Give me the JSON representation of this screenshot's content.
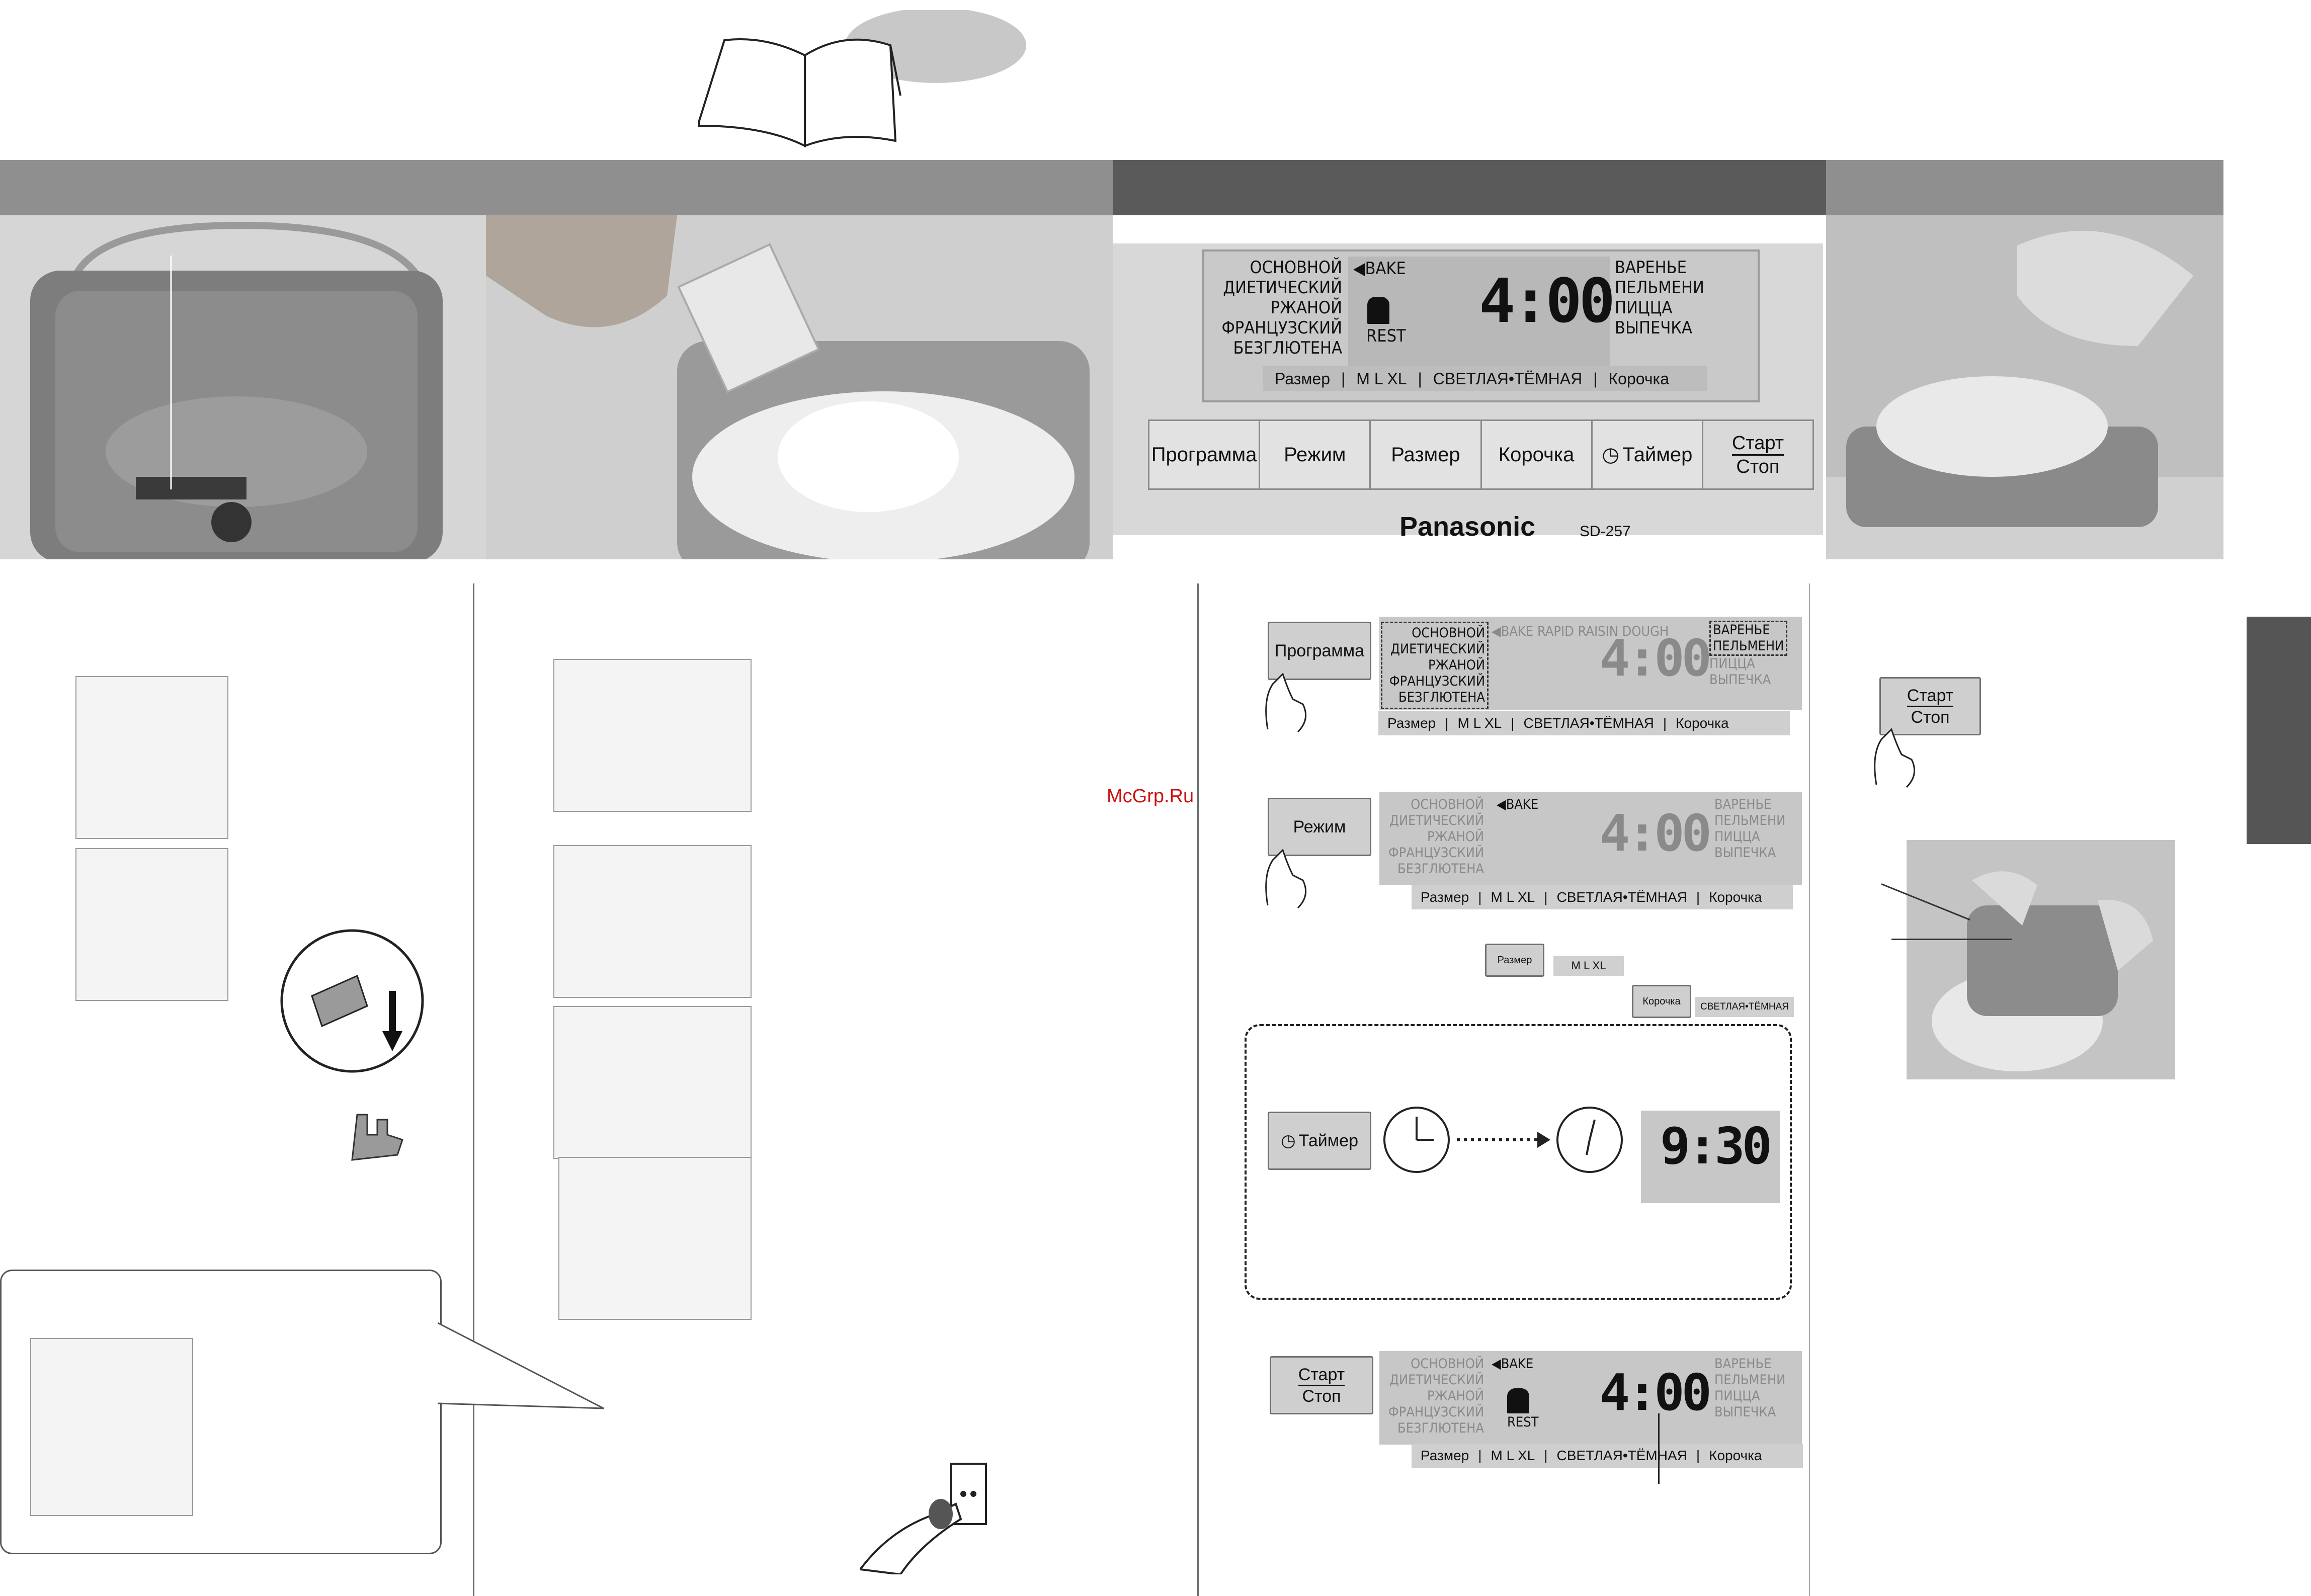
{
  "panel": {
    "menu_left": [
      "ОСНОВНОЙ",
      "ДИЕТИЧЕСКИЙ",
      "РЖАНОЙ",
      "ФРАНЦУЗСКИЙ",
      "БЕЗГЛЮТЕНА"
    ],
    "menu_right": [
      "ВАРЕНЬЕ",
      "ПЕЛЬМЕНИ",
      "ПИЦЦА",
      "ВЫПЕЧКА"
    ],
    "mode": "BAKE",
    "modes_all": "BAKE RAPID RAISIN DOUGH",
    "rest": "REST",
    "time": "4:00",
    "size_label": "Размер",
    "sizes": "M  L  XL",
    "crust_shades": "СВЕТЛАЯ•ТЁМНАЯ",
    "crust_label": "Корочка",
    "buttons": [
      "Программа",
      "Режим",
      "Размер",
      "Корочка",
      "Таймер"
    ],
    "start_top": "Старт",
    "start_bottom": "Стоп",
    "brand": "Panasonic",
    "model": "SD-257"
  },
  "steps": {
    "program_btn": "Программа",
    "mode_btn": "Режим",
    "size_btn": "Размер",
    "crust_btn": "Корочка",
    "timer_btn": "Таймер",
    "timer_display": "9:30"
  },
  "watermark": "McGrp.Ru",
  "colors": {
    "band_light": "#8f8f8f",
    "band_dark": "#5a5a5a",
    "lcd": "#c9c9c9"
  }
}
